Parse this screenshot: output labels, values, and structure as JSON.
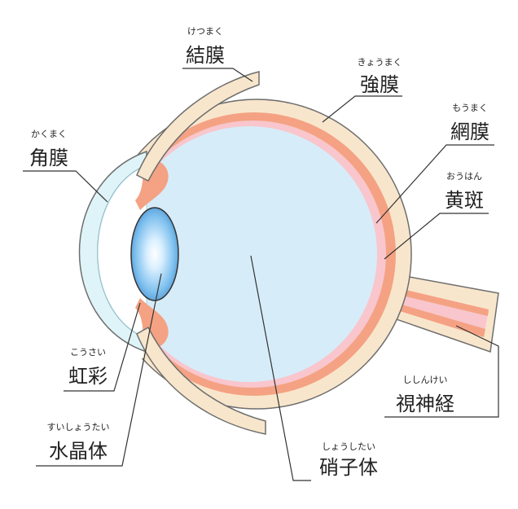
{
  "labels": {
    "conjunctiva": {
      "ruby": "けつまく",
      "text": "結膜"
    },
    "sclera": {
      "ruby": "きょうまく",
      "text": "強膜"
    },
    "retina": {
      "ruby": "もうまく",
      "text": "網膜"
    },
    "macula": {
      "ruby": "おうはん",
      "text": "黄斑"
    },
    "cornea": {
      "ruby": "かくまく",
      "text": "角膜"
    },
    "iris": {
      "ruby": "こうさい",
      "text": "虹彩"
    },
    "lens": {
      "ruby": "すいしょうたい",
      "text": "水晶体"
    },
    "vitreous": {
      "ruby": "しょうしたい",
      "text": "硝子体"
    },
    "optic_nerve": {
      "ruby": "ししんけい",
      "text": "視神経"
    }
  },
  "colors": {
    "sclera": "#f8e6cc",
    "choroid": "#f4a283",
    "retina": "#f8c6cc",
    "vitreous": "#d7ecf9",
    "cornea": "#dff4f8",
    "lens_edge": "#6aaedf",
    "outline": "#6e6e6e",
    "leader": "#333333"
  }
}
